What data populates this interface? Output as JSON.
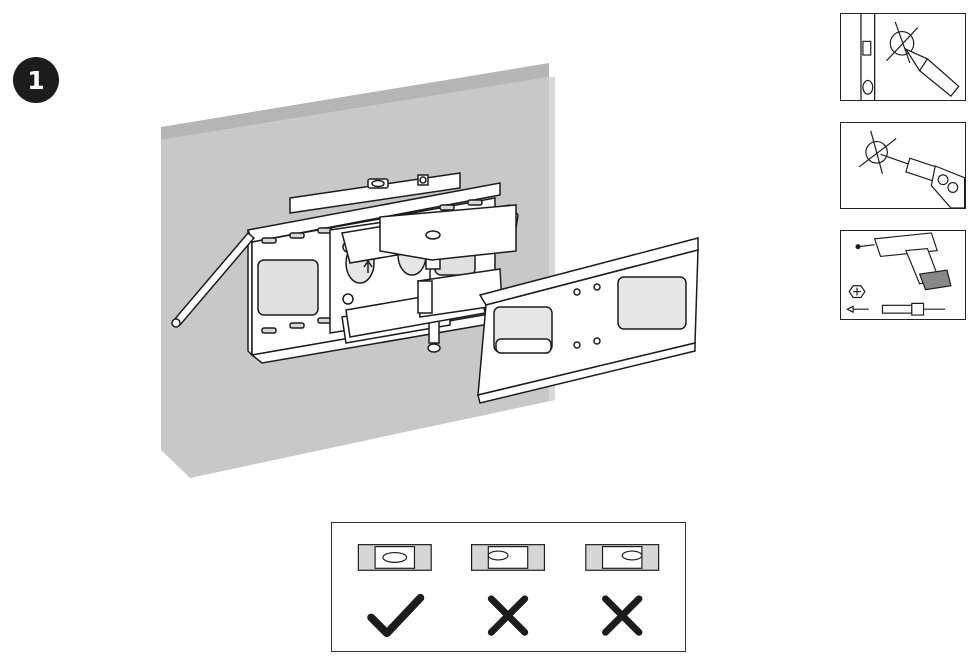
{
  "step": {
    "number": "1"
  },
  "colors": {
    "wall_front": "#c8c8c8",
    "wall_top": "#b5b5b5",
    "wall_side": "#e3e3e3",
    "ink": "#1c1c1c",
    "bracket": "#ffffff"
  },
  "insets": [
    {
      "name": "mark-holes",
      "icons": [
        "pencil-icon",
        "crosshair-icon"
      ]
    },
    {
      "name": "drill-holes",
      "icons": [
        "drill-bit-icon",
        "crosshair-icon"
      ]
    },
    {
      "name": "drive-screws",
      "icons": [
        "power-drill-icon",
        "phillips-head-icon",
        "wall-anchor-icon"
      ]
    }
  ],
  "level_check": [
    {
      "bubble": "centered",
      "result": "correct",
      "icon": "check-icon"
    },
    {
      "bubble": "left",
      "result": "incorrect",
      "icon": "cross-icon"
    },
    {
      "bubble": "right",
      "result": "incorrect",
      "icon": "cross-icon"
    }
  ]
}
